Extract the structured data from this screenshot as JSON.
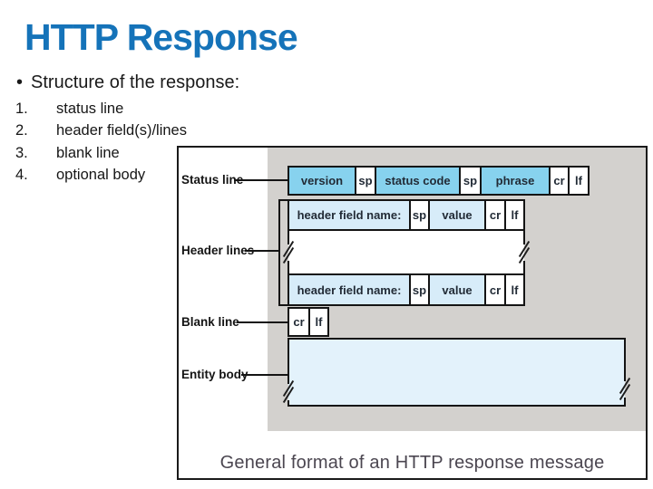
{
  "slide": {
    "title": "HTTP Response",
    "bullet_glyph": "•",
    "bullet_text": "Structure of the response:",
    "list_items": [
      {
        "num": "1.",
        "text": "status line"
      },
      {
        "num": "2.",
        "text": "header field(s)/lines"
      },
      {
        "num": "3.",
        "text": "blank line"
      },
      {
        "num": "4.",
        "text": "optional body"
      }
    ]
  },
  "figure": {
    "caption": "General format of an HTTP response message",
    "labels": {
      "status_line": "Status line",
      "header_lines": "Header lines",
      "blank_line": "Blank line",
      "entity_body": "Entity body"
    },
    "status_row_cells": [
      "version",
      "sp",
      "status code",
      "sp",
      "phrase",
      "cr",
      "lf"
    ],
    "header_row_cells": [
      "header field name:",
      "sp",
      "value",
      "cr",
      "lf"
    ],
    "blank_row_cells": [
      "cr",
      "lf"
    ],
    "colors": {
      "title_blue": "#1573b9",
      "status_cell_blue": "#87d2ee",
      "header_cell_blue": "#d7ecf9",
      "entity_body_blue": "#e3f2fb",
      "panel_gray": "#d3d1ce",
      "border_black": "#141414",
      "caption_gray": "#4b4650"
    }
  }
}
